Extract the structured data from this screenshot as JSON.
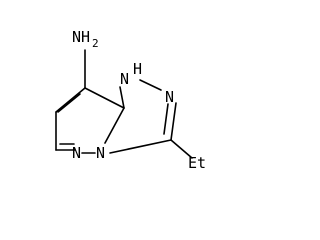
{
  "molecule": {
    "labels": {
      "amine_N": "NH",
      "amine_sub": "2",
      "ring_NH_H": "H",
      "ring_NH_N": "N",
      "triazole_N": "N",
      "bridge_N": "N",
      "pyrazole_N": "N",
      "ethyl": "Et"
    }
  },
  "colors": {
    "bond": "#000000",
    "text": "#000000",
    "background": "#ffffff"
  }
}
